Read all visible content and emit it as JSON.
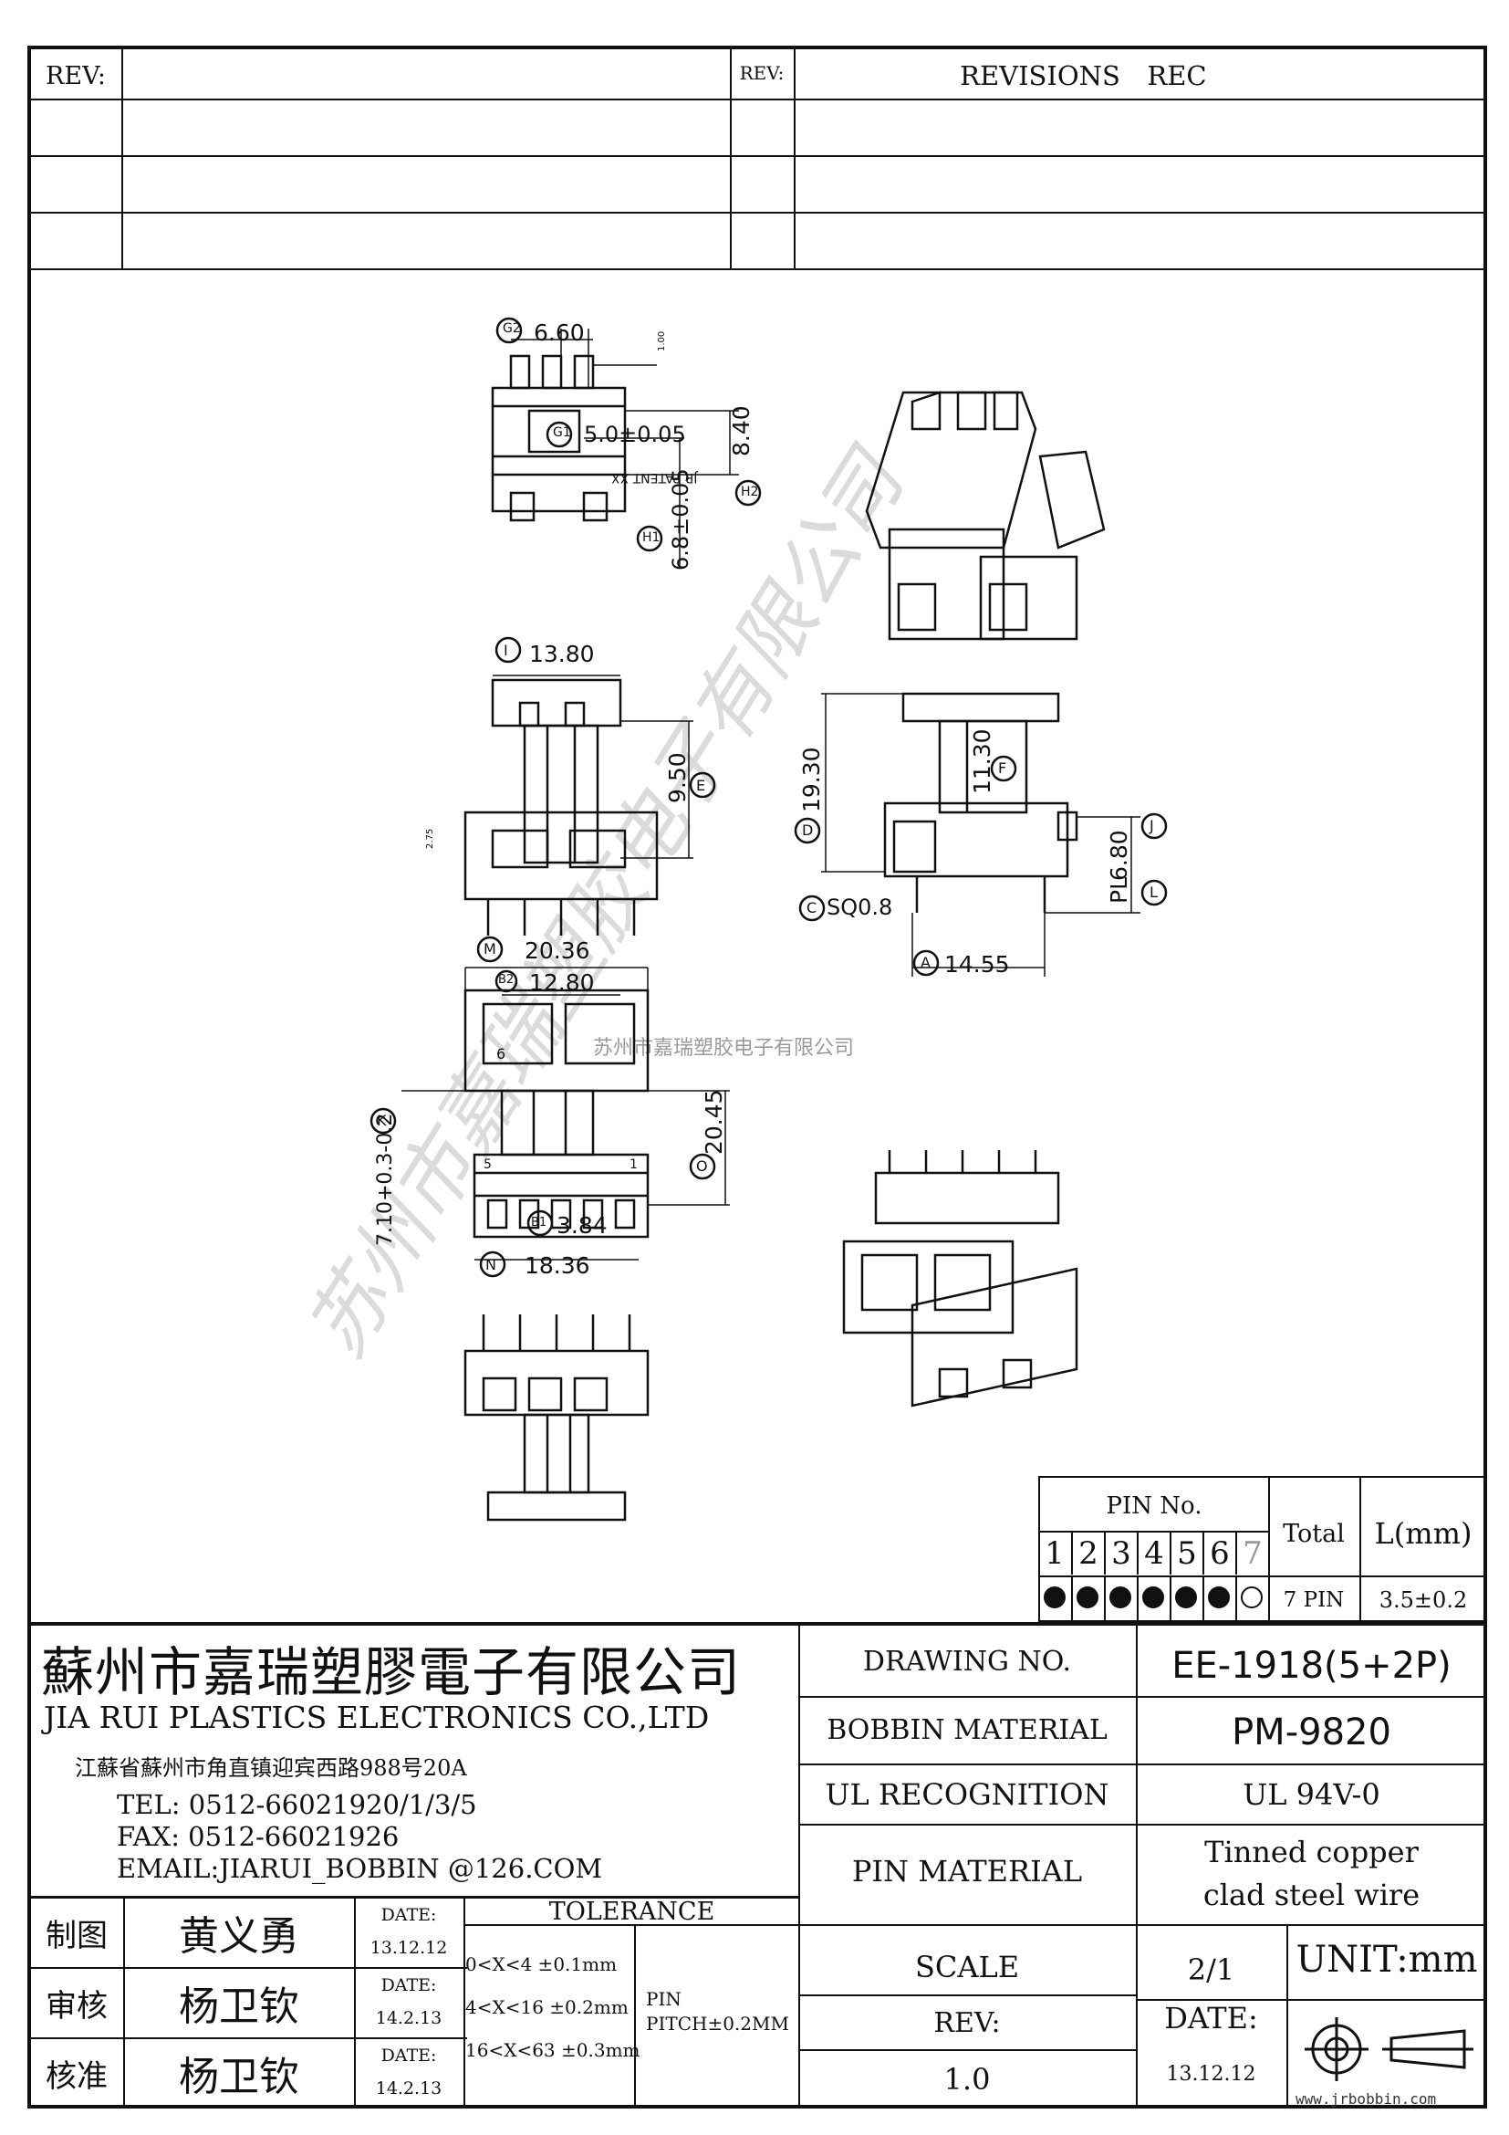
{
  "revisions_header": {
    "rev_left": "REV:",
    "rev_right": "REV:",
    "revisions": "REVISIONS",
    "rec": "REC"
  },
  "dims": {
    "g2": "G2",
    "g2_val": "6.60",
    "g1": "G1",
    "g1_val": "5.0±0.05",
    "h_840": "8.40",
    "h2": "H2",
    "h1": "H1",
    "h1_val": "6.8±0.05",
    "patent": "JR PATENT XX",
    "small_1": "1.00",
    "i": "I",
    "i_val": "13.80",
    "e": "E",
    "e_val": "9.50",
    "small_275": "2.75",
    "d": "D",
    "d_val": "19.30",
    "f": "F",
    "f_val": "11.30",
    "j": "J",
    "j_val": "6.80",
    "pl": "PL",
    "l": "L",
    "c": "C",
    "c_val": "SQ0.8",
    "a": "A",
    "a_val": "14.55",
    "m": "M",
    "m_val": "20.36",
    "b2": "B2",
    "b2_val": "12.80",
    "six": "6",
    "k": "K",
    "k_val": "7.10+0.3-0.2",
    "o": "O",
    "o_val": "20.45",
    "b1": "B1",
    "b1_val": "3.84",
    "n": "N",
    "n_val": "18.36",
    "five": "5",
    "one": "1"
  },
  "watermark": {
    "center_text": "苏州市嘉瑞塑胶电子有限公司",
    "diag_text": "苏州市嘉瑞塑胶电子有限公司"
  },
  "pin_table": {
    "pin_no": "PIN No.",
    "total": "Total",
    "l_mm": "L(mm)",
    "pins": [
      "1",
      "2",
      "3",
      "4",
      "5",
      "6",
      "7"
    ],
    "filled": [
      true,
      true,
      true,
      true,
      true,
      true,
      false
    ],
    "total_val": "7 PIN",
    "l_val": "3.5±0.2"
  },
  "company": {
    "name_cn": "蘇州市嘉瑞塑膠電子有限公司",
    "name_en": "JIA RUI PLASTICS ELECTRONICS CO.,LTD",
    "address": "江蘇省蘇州市角直镇迎宾西路988号20A",
    "tel": "TEL:  0512-66021920/1/3/5",
    "fax": "FAX:  0512-66021926",
    "email": "EMAIL:JIARUI_BOBBIN @126.COM"
  },
  "sign": {
    "rows": [
      {
        "role": "制图",
        "name": "黄义勇",
        "date_label": "DATE:",
        "date": "13.12.12"
      },
      {
        "role": "审核",
        "name": "杨卫钦",
        "date_label": "DATE:",
        "date": "14.2.13"
      },
      {
        "role": "核准",
        "name": "杨卫钦",
        "date_label": "DATE:",
        "date": "14.2.13"
      }
    ]
  },
  "tolerance": {
    "title": "TOLERANCE",
    "rows": [
      "0<X<4  ±0.1mm",
      "4<X<16 ±0.2mm",
      "16<X<63 ±0.3mm"
    ],
    "pin": "PIN",
    "pitch": "PITCH±0.2MM"
  },
  "info": {
    "drawing_no_label": "DRAWING  NO.",
    "drawing_no": "EE-1918(5+2P)",
    "bobbin_label": "BOBBIN  MATERIAL",
    "bobbin": "PM-9820",
    "ul_label": "UL RECOGNITION",
    "ul": "UL 94V-0",
    "pin_mat_label": "PIN MATERIAL",
    "pin_mat_1": "Tinned copper",
    "pin_mat_2": "clad steel wire",
    "scale_label": "SCALE",
    "scale": "2/1",
    "unit": "UNIT:mm",
    "rev_label": "REV:",
    "rev": "1.0",
    "date_label": "DATE:",
    "date": "13.12.12",
    "website": "www.jrbobbin.com"
  }
}
